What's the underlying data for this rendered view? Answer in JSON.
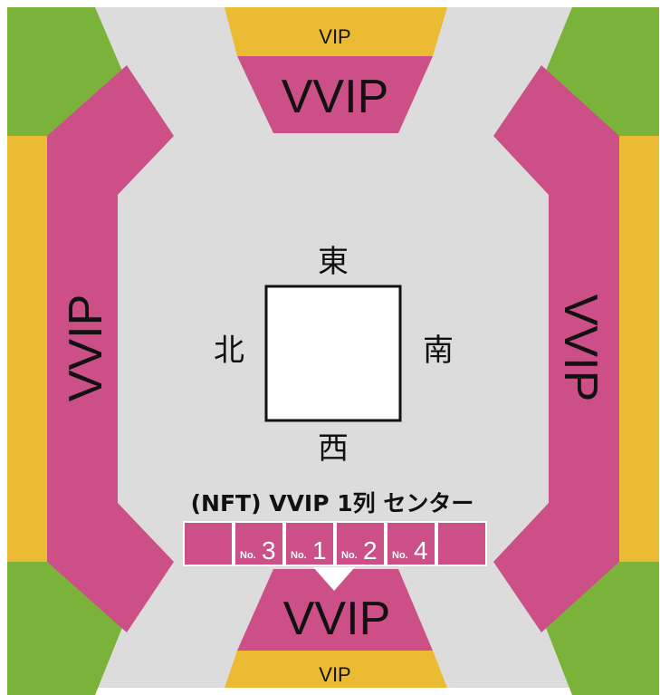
{
  "colors": {
    "background": "#ffffff",
    "corridor": "#dddcdc",
    "vvip": "#cc5087",
    "vip": "#ebbb33",
    "outer": "#7bb33a",
    "ring": "#ffffff",
    "text": "#111111"
  },
  "sections": {
    "top_vip": "VIP",
    "top_vvip": "VVIP",
    "left_vvip": "VVIP",
    "right_vvip": "VVIP",
    "bottom_vvip": "VVIP",
    "bottom_vip": "VIP"
  },
  "directions": {
    "east": "東",
    "north": "北",
    "south": "南",
    "west": "西"
  },
  "nft_row": {
    "title": "(NFT) VVIP 1列 センター",
    "no_prefix": "No.",
    "seats": [
      {
        "number": ""
      },
      {
        "number": "3"
      },
      {
        "number": "1"
      },
      {
        "number": "2"
      },
      {
        "number": "4"
      },
      {
        "number": ""
      }
    ],
    "pointer_icon": "triangle-down-icon"
  }
}
